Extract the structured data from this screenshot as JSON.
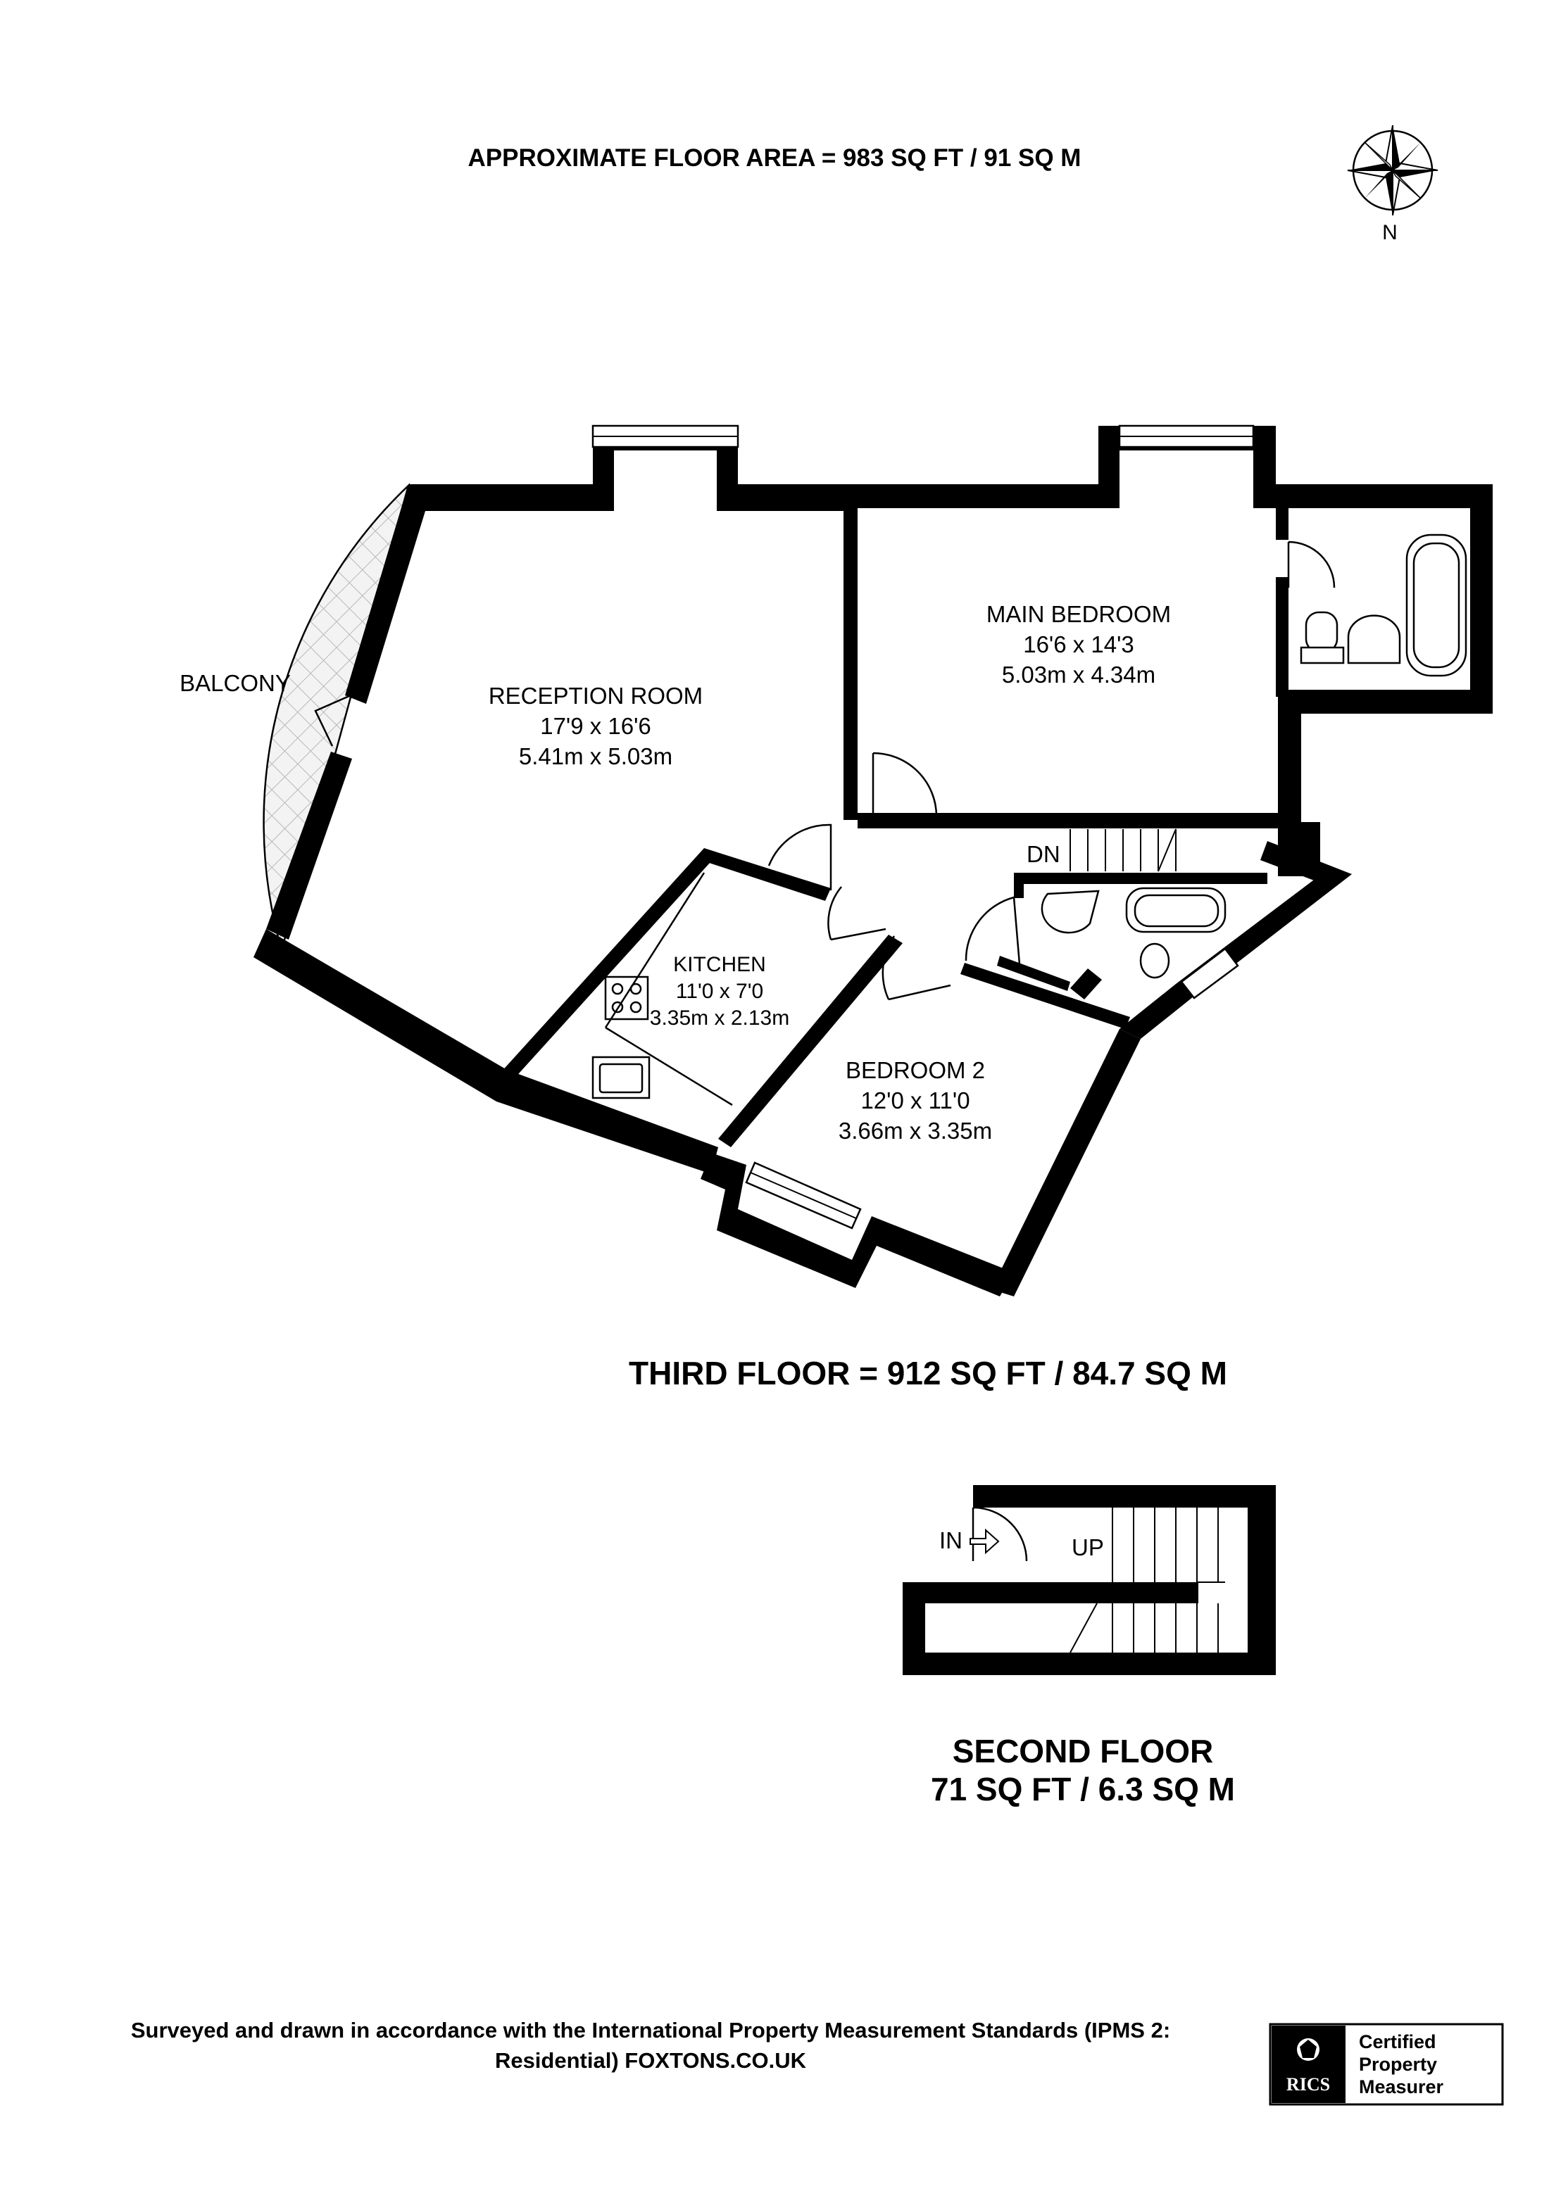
{
  "header": {
    "total_area": "APPROXIMATE FLOOR AREA = 983 SQ FT / 91 SQ M"
  },
  "compass": {
    "label": "N",
    "icon": "compass-rose-icon"
  },
  "third_floor": {
    "title": "THIRD FLOOR = 912 SQ FT / 84.7 SQ M",
    "rooms": [
      {
        "name": "RECEPTION ROOM",
        "imperial": "17'9 x 16'6",
        "metric": "5.41m x 5.03m"
      },
      {
        "name": "MAIN BEDROOM",
        "imperial": "16'6 x 14'3",
        "metric": "5.03m x 4.34m"
      },
      {
        "name": "KITCHEN",
        "imperial": "11'0 x 7'0",
        "metric": "3.35m x 2.13m"
      },
      {
        "name": "BEDROOM 2",
        "imperial": "12'0 x 11'0",
        "metric": "3.66m x 3.35m"
      }
    ],
    "balcony": "BALCONY",
    "stairs_label": "DN"
  },
  "second_floor": {
    "title_line1": "SECOND FLOOR",
    "title_line2": "71 SQ FT / 6.3 SQ M",
    "entry_label": "IN",
    "stairs_label": "UP"
  },
  "footer": {
    "line1": "Surveyed and drawn in accordance with the International Property Measurement Standards (IPMS 2:",
    "line2": "Residential) FOXTONS.CO.UK"
  },
  "badge": {
    "logo_text": "RICS",
    "line1": "Certified",
    "line2": "Property",
    "line3": "Measurer"
  }
}
